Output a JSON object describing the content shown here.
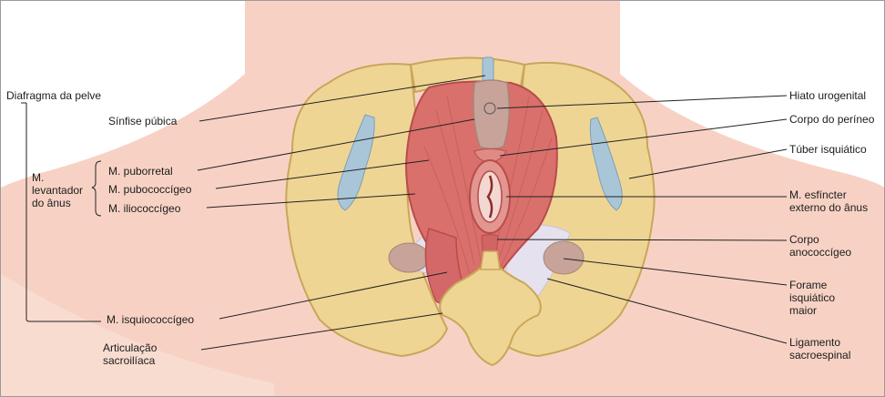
{
  "figure": {
    "diaphragm_label": "Diafragma da pelve",
    "levator_group_label": [
      "M.",
      "levantador",
      "do ânus"
    ],
    "left_labels": {
      "sinfise": "Sínfise púbica",
      "puborretal": "M. puborretal",
      "pubococcigeo": "M. pubococcígeo",
      "iliococcigeo": "M. iliococcígeo",
      "isquiococcigeo": "M. isquiococcígeo",
      "articulacao": [
        "Articulação",
        "sacroilíaca"
      ]
    },
    "right_labels": {
      "hiato": "Hiato urogenital",
      "corpo_perineo": "Corpo do períneo",
      "tuber": "Túber isquiático",
      "esfincter": [
        "M. esfíncter",
        "externo do ânus"
      ],
      "anococcigeo": [
        "Corpo",
        "anococcígeo"
      ],
      "forame": [
        "Forame",
        "isquiático",
        "maior"
      ],
      "ligamento": [
        "Ligamento",
        "sacroespinal"
      ]
    }
  },
  "colors": {
    "skin": "#f7d2c4",
    "bone": "#efd594",
    "bone_dark": "#c9a65a",
    "muscle": "#d9706c",
    "muscle_dark": "#b84c4c",
    "cartilage": "#a9c6d8",
    "ligament": "#e6e1ee",
    "opening": "#c7a39a"
  }
}
